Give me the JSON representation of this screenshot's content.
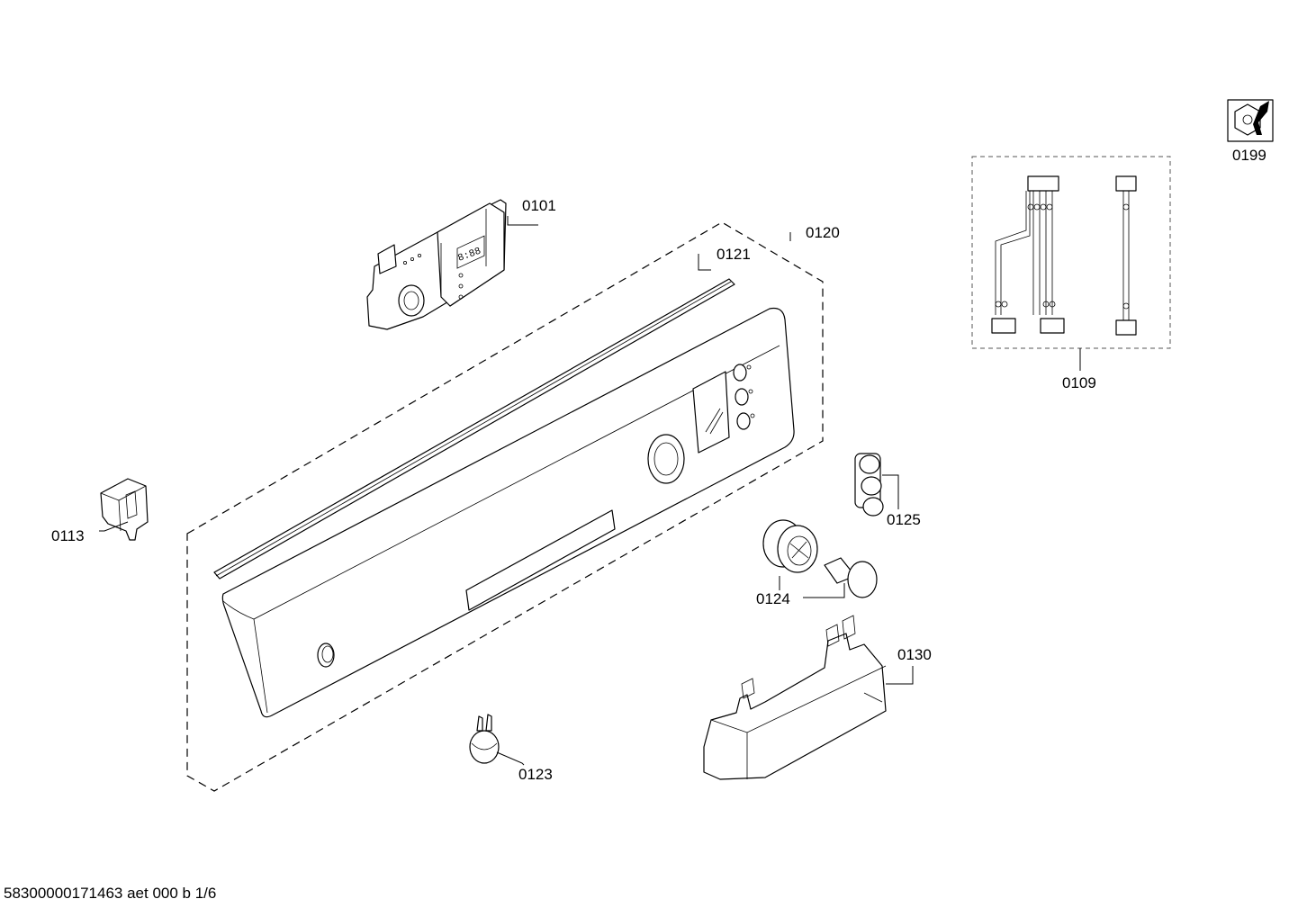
{
  "labels": {
    "p0101": "0101",
    "p0109": "0109",
    "p0113": "0113",
    "p0120": "0120",
    "p0121": "0121",
    "p0123": "0123",
    "p0124": "0124",
    "p0125": "0125",
    "p0130": "0130",
    "p0199": "0199"
  },
  "footer": "58300000171463 aet 000 b 1/6",
  "icons": {
    "tool_icon": "nut-and-wrench-icon"
  }
}
